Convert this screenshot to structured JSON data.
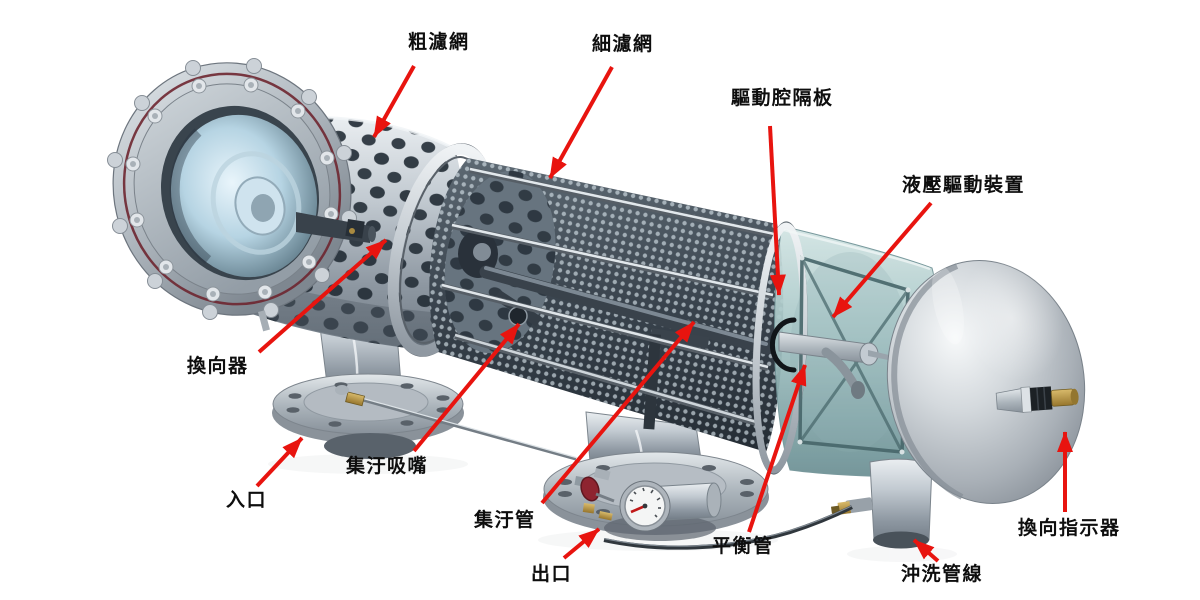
{
  "colors": {
    "background": "#ffffff",
    "arrow": "#e8140f",
    "label_text": "#0e0e0e"
  },
  "labels": [
    {
      "id": "coarse-screen",
      "text": "粗濾網"
    },
    {
      "id": "fine-screen",
      "text": "細濾網"
    },
    {
      "id": "drive-chamber-partition",
      "text": "驅動腔隔板"
    },
    {
      "id": "hydraulic-drive-unit",
      "text": "液壓驅動裝置"
    },
    {
      "id": "reverser",
      "text": "換向器"
    },
    {
      "id": "inlet",
      "text": "入口"
    },
    {
      "id": "dirt-suction-nozzle",
      "text": "集汙吸嘴"
    },
    {
      "id": "dirt-collection-pipe",
      "text": "集汙管"
    },
    {
      "id": "outlet",
      "text": "出口"
    },
    {
      "id": "balance-pipe",
      "text": "平衡管"
    },
    {
      "id": "flush-line",
      "text": "沖洗管線"
    },
    {
      "id": "reversing-indicator",
      "text": "換向指示器"
    }
  ]
}
